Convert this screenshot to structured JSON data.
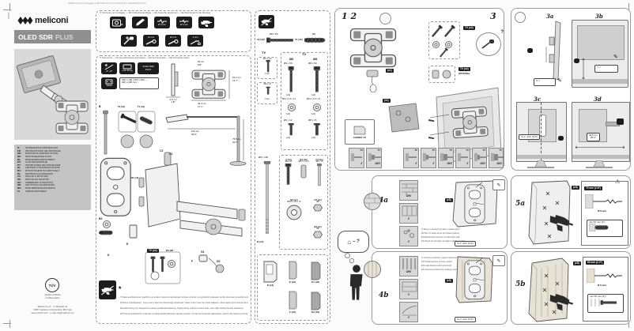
{
  "page": {
    "print_line": "480866 Istruzioni Montaggio OLED SDR PLUS 16-02-2023.pdf   1   16/02/2023   11:01:37",
    "side_code": "480866"
  },
  "brand": {
    "name": "meliconi"
  },
  "product": {
    "title_main": "OLED SDR",
    "title_suffix": "PLUS"
  },
  "languages": [
    {
      "code": "IT",
      "label": "ISTRUZIONI DI MONTAGGIO"
    },
    {
      "code": "FR",
      "label": "INSTRUCTIONS DE MONTAGE"
    },
    {
      "code": "EN",
      "label": "MOUNTING INSTRUCTIONS"
    },
    {
      "code": "DE",
      "label": "MONTAGEANLEITUNG"
    },
    {
      "code": "NL",
      "label": "MONTAGEVOORSCHRIFT"
    },
    {
      "code": "ES",
      "label": "GUÍA DE MONTAJE"
    },
    {
      "code": "PT",
      "label": "INSTRUÇÕES DE MONTAGEM"
    },
    {
      "code": "EL",
      "label": "ΟΔΗΓΙΕΣ ΣΥΝΑΡΜΟΛΟΓΗΣΗΣ"
    },
    {
      "code": "RU",
      "label": "ИНСТРУКЦИЯ ПО МОНТАЖУ"
    },
    {
      "code": "PL",
      "label": "INSTRUKCJA MONTAŻU"
    },
    {
      "code": "CZ",
      "label": "NÁVOD K MONTÁŽI"
    },
    {
      "code": "SK",
      "label": "NÁVOD NA MONTÁŽ"
    },
    {
      "code": "HU",
      "label": "SZERELÉSI ÚTMUTATÓ"
    },
    {
      "code": "SR",
      "label": "UPUTSTVO ZA MONTAŽU"
    },
    {
      "code": "NO",
      "label": "MONTERINGSANVISNING"
    },
    {
      "code": "FI",
      "label": "ASENNUSOHJEET"
    }
  ],
  "certification": {
    "logo": "TÜV",
    "line1": "Qualità certificata",
    "line2": "Certified quality"
  },
  "address": {
    "line1": "Meliconi S.p.A. - V. Minghetti, 10",
    "line2": "40057 Cadriano di Granarolo E. (BO) Italy",
    "line3": "www.meliconi.com - e-mail: info@meliconi.com"
  },
  "tools": {
    "header": "IT Strumenti per montaggio — FR Outils d'assemblage — EN Assembly equipment — DE Werkzeuge für die Montage",
    "bit_concrete": "Ø 8 mm",
    "bit_wood": "Ø 5 mm",
    "wrench_13": "13 mm",
    "wrench_10": "10 mm",
    "hex": "4 mm"
  },
  "tech": {
    "header": "IT Dati tecnici — FR Caractéristiques techniques — EN Technical data — DE Technische Daten",
    "tilt": "-4° +8°",
    "weight": "max 30 kg",
    "badge1": "OLED SDR",
    "badge2": "PLUS",
    "vesa_title": "VESA",
    "vesa_line1": "200 x 100 | 200 x 200 ↔",
    "vesa_line2": "400 x 200 mm ↕",
    "dim_side_cm": "4.5 cm",
    "dim_side_in": "1.8″",
    "dim_top_cm": "25 cm",
    "dim_top_in": "9.8″",
    "dim_h_cm": "32.2 cm",
    "dim_h_in": "12.7″",
    "dim_w_cm": "43.4 cm",
    "dim_w_in": "17.1″",
    "ext_w_cm": "103 cm",
    "ext_w_in": "40.6″",
    "ext_h_cm": "75.5 cm",
    "ext_h_in": "29.7″"
  },
  "exploded": {
    "t2_tag": "T2 (x5)",
    "t1_tag": "T1 (x5)",
    "b_tag": "B",
    "b1_tag": "B1 (x2)",
    "b2_tag": "B2",
    "b3_tag": "B3",
    "c1_tag": "C1",
    "c2_tag": "C2",
    "d_tag": "D",
    "e_tag": "E",
    "f_tag": "F",
    "g1_tag": "G1",
    "g2_tag": "G2",
    "tv_tag": "TV (x4)",
    "screws_tag": "Ø4–Ø8",
    "qty1": "(x1)",
    "notes": [
      "IT  Dado autobloccante: specifico per evitare svitamenti accidentali. Avvitare a fondo, con gli attrezzi adeguati, anche dopo aver avvertito la prima resistenza.",
      "FR  Écrou autobloquant : conçu pour éviter tout desserrage accidentel. Visser à fond, avec les outils adaptés, même après avoir senti la première résistance.",
      "EN  Self-locking nut, designed to prevent accidental loosening. Tighten firmly, with the correct tools, even after feeling the first resistance.",
      "ES  Tuerca autoblocante: evita que se afloje accidentalmente. Apretar a fondo, con las herramientas adecuadas, incluso tras notar la primera resistencia."
    ]
  },
  "parts": {
    "t2_label": "T2 (x5)",
    "t2_dim": "Ø8 x 60",
    "t1_label": "T1 (x5)",
    "t1_dim": "Ø8",
    "tv_label": "TV",
    "small1_dim": "Ø4 x 12",
    "small1_qty": "(x4)",
    "small2_dim": "Ø4 x 8",
    "small2_qty": "(x4)",
    "col6": "Ø6",
    "col8": "Ø8",
    "p6_1_dim": "Ø6 x 50",
    "p6_1_qty": "(x4)",
    "p6_2_dim": "Ø6.4 x 13 x 1.5",
    "p6_2_qty": "(x4)",
    "p6_3_dim": "Ø6 x 12",
    "p6_3_qty": "(x4)",
    "p8_1_dim": "Ø8 x 50",
    "p8_1_qty": "(x4)",
    "p8_2_dim": "Ø8.4 x 13 x 1.5",
    "p8_2_qty": "(x4)",
    "p8_3_dim": "Ø8 x 15",
    "p8_3_qty": "(x4)",
    "bolt_label": "B (x1)",
    "bolt_dim": "Ø8 x 160",
    "hw": [
      {
        "label": "Z (x1)",
        "dim": "Ø8 x 50"
      },
      {
        "label": "B1 (x2)",
        "dim": "Ø8.5 x 13.5"
      },
      {
        "label": "C1 (x1)",
        "dim": "Ø8 x 75"
      },
      {
        "label": "B2 (x1)",
        "dim": "Ø28.5 x 20 x 1.5"
      },
      {
        "label": "C2 (x1)",
        "dim": "Ø8"
      },
      {
        "label": "B3 (x1)",
        "dim": "Ø8"
      }
    ],
    "plastics": [
      {
        "label": "D (x1)"
      },
      {
        "label": "E (x2)"
      },
      {
        "label": "G1 (x2)"
      },
      {
        "label": "F (x2)"
      },
      {
        "label": "G2 (x2)"
      }
    ]
  },
  "steps": {
    "s12_label": "1 2",
    "s12_qty": "(x1)",
    "s3_label": "3",
    "s3_tv": "TV (x4)",
    "s3_tv_opt": "TV (x4)",
    "s3_opt": "OPTIONAL",
    "s3_hint": "?",
    "s3_template_qty": "(x1)",
    "combo": "COMBO TV",
    "panel_tv": "TV",
    "g1": [
      "✗",
      "OK!"
    ],
    "g2": [
      "✗",
      "✗",
      "OK!"
    ],
    "g3": [
      "✗",
      "OK!",
      "OK!"
    ],
    "s3a_label": "3a",
    "s3a_value": "X =",
    "s3b_label": "3b",
    "s3b_value": "Y =",
    "s3c_label": "3c",
    "s3c_value": "X+Y−1cm (0.4″)",
    "s3d_label": "3d",
    "s3d_cm": "63.5 cm",
    "s3d_in": "25.0″",
    "person_hint": "– ?",
    "s4a_label": "4a",
    "s4a_qty": "(x5)",
    "s4a_dim": "X+Y−1cm (0.4″)",
    "s4a_marks": [
      "OK!",
      "✗",
      "✗"
    ],
    "s4a_notes": [
      "IT  Muro in cemento armato o mattoni pieni",
      "FR  Mur en béton armé ou briques pleines",
      "EN  Reinforced concrete or solid brick wall",
      "ES  Pared de hormigón armado o ladrillo macizo"
    ],
    "s4b_label": "4b",
    "s4b_qty": "(x5)",
    "s4b_dim": "X+Y−1cm (0.4″)",
    "s4b_marks": [
      "OK!",
      "✗",
      "✗"
    ],
    "s4b_notes": [
      "IT  Colonna portante in legno massiccio",
      "FR  Poteau porteur en bois massif",
      "EN  Load-bearing solid wood stud",
      "ES  Columna portante de madera maciza"
    ],
    "s5a_label": "5a",
    "s5a_qty": "(x5)",
    "s5a_depth": "70 mm (2.8″)",
    "s5a_bit": "Ø 8 mm",
    "s5a_min": "min 52 mm (2″)",
    "s5b_label": "5b",
    "s5b_qty": "(x5)",
    "s5b_depth": "60 mm (2.4″)",
    "s5b_bit": "Ø 5 mm",
    "s5b_min": "min 52 mm (2″)"
  },
  "glyphs": {
    "pencil": "✎",
    "house": "⌂",
    "star": "★",
    "warn": "⚠",
    "no": "✗"
  },
  "colors": {
    "ink": "#1c1c1c",
    "title_bar": "#8f8f8f",
    "lang_bg": "#c4c4c4",
    "hero_bg": "#d9d9d9"
  }
}
